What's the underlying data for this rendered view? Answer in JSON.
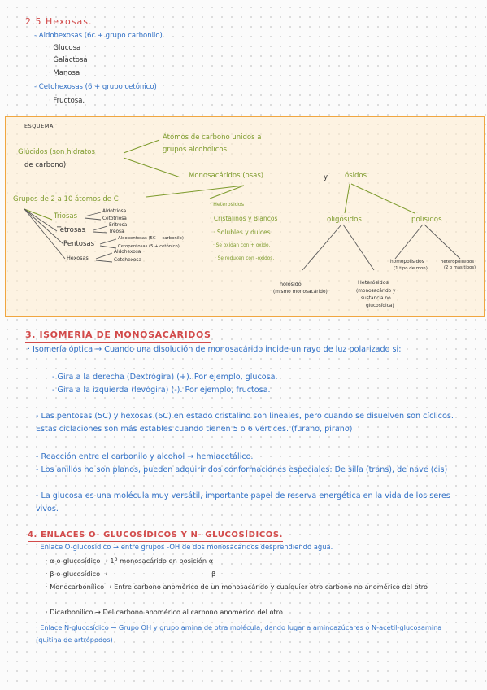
{
  "sec25": {
    "title": "2.5 Hexosas.",
    "aldo_head": "- Aldohexosas (6c + grupo carbonilo)",
    "aldo_items": [
      "· Glucosa",
      "· Galactosa",
      "· Manosa"
    ],
    "ceto_head": "- Cetohexosas (6 + grupo cetónico)",
    "ceto_items": [
      "· Fructosa."
    ]
  },
  "esquema": {
    "label": "ESQUEMA",
    "glucidos_1": "Glúcidos (son hidratos",
    "glucidos_2": "de carbono)",
    "atomos_1": "Átomos de carbono unidos a",
    "atomos_2": "grupos alcohólicos",
    "monosac": "Monosacáridos (osas)",
    "y": "y",
    "osidos": "ósidos",
    "grupos": "Grupos de 2 a 10 átomos de C",
    "triosas": "Triosas",
    "tetrosas": "Tetrosas",
    "pentosas": "Pentosas",
    "hexosas": "Hexosas",
    "triosa_subs": [
      "Aldotriosa",
      "Cetotriosa"
    ],
    "tetrosa_subs": [
      "Eritrosa",
      "Treosa"
    ],
    "pentosa_subs": [
      "Aldopentosas (5C + carbonilo)",
      "Cetopentosas (5 + cetónico)"
    ],
    "hexosa_subs": [
      "Aldohexosa",
      "Cetohexosa"
    ],
    "props": [
      "· Heterosidos",
      "· Cristalinos y Blancos",
      "· Solubles y dulces",
      "· Se oxidan con + oxido.",
      "· Se reducen con -oxidos."
    ],
    "oligosidos": "oligósidos",
    "polisidos": "polisidos",
    "holosido_1": "holósido",
    "holosido_2": "(mismo monosacárido)",
    "heterosido_1": "Heterósidos",
    "heterosido_2": "(monosacárido y",
    "heterosido_3": "sustancia no",
    "heterosido_4": "glucosídica)",
    "homopol_1": "homopolisidos",
    "homopol_2": "(1 tipo de mon)",
    "heteropol_1": "heteropolisidos",
    "heteropol_2": "(2 o más tipos)"
  },
  "sec3": {
    "title": "3. ISOMERÍA DE MONOSACÁRIDOS",
    "p1": "· Isomería óptica → Cuando una disolución de monosacárido incide un rayo de luz polarizado si:",
    "p1a": "- Gira a la derecha (Dextrógira) (+). Por ejemplo, glucosa.",
    "p1b": "- Gira a la izquierda (levógira) (-). Por ejemplo, fructosa.",
    "p2": "- Las pentosas (5C) y hexosas (6C) en estado cristalino son lineales, pero cuando se disuelven son cíclicos. Estas ciclaciones son más estables cuando tienen 5 o 6 vértices. (furano, pirano)",
    "p3": "- Reacción entre el carbonilo y alcohol → hemiacetálico.",
    "p4": "- Los anillos no son planos, pueden adquirir dos conformaciones especiales: De silla (trans), de nave (cis)",
    "p5": "- La glucosa es una molécula muy versátil, importante papel de reserva energética en la vida de los seres vivos."
  },
  "sec4": {
    "title": "4. ENLACES O- GLUCOSÍDICOS Y N- GLUCOSÍDICOS.",
    "l1": "· Enlace O-glucosídico → entre grupos -OH de dos monosacáridos desprendiendo agua.",
    "l2": "· α-o-glucosídico → 1º monosacárido en posición α",
    "l3": "· β-o-glucosídico →                                                 β",
    "l4": "· Monocarbonílico → Entre carbono anomérico de un monosacárido y cualquier otro carbono no anomérico del otro",
    "l5": "· Dicarbonílico → Del carbono anomérico al carbono anomérico del otro.",
    "l6": "· Enlace N-glucosídico → Grupo OH y grupo amina de otra molécula, dando lugar a aminoazúcares o N-acetil-glucosamina (quitina de artrópodos)"
  }
}
